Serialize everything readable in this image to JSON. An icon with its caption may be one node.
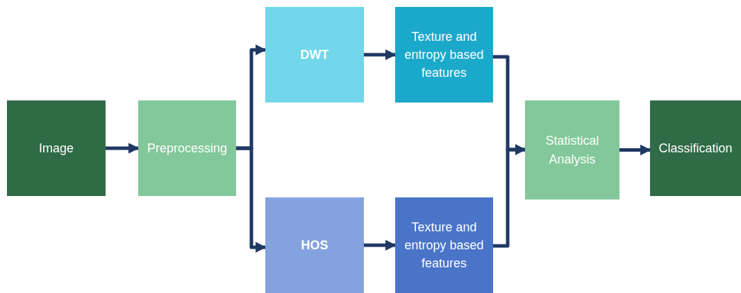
{
  "diagram": {
    "nodes": [
      {
        "text": [
          "Image"
        ]
      },
      {
        "text": [
          "Preprocessing"
        ]
      },
      {
        "text": [
          "DWT"
        ]
      },
      {
        "text": [
          "Texture and entropy based features"
        ]
      },
      {
        "text": [
          "HOS"
        ]
      },
      {
        "text": [
          "Texture and entropy based features"
        ]
      },
      {
        "text": [
          "Statistical Analysis"
        ]
      },
      {
        "text": [
          "Classification"
        ]
      }
    ],
    "edges": [
      {
        "from": 0,
        "to": 1,
        "arrow": "to"
      },
      {
        "from": 1,
        "to": 2,
        "arrow": "to"
      },
      {
        "from": 1,
        "to": 4,
        "arrow": "to"
      },
      {
        "from": 2,
        "to": 3,
        "arrow": "to"
      },
      {
        "from": 4,
        "to": 5,
        "arrow": "to"
      },
      {
        "from": 3,
        "to": 6,
        "arrow": "to"
      },
      {
        "from": 5,
        "to": 6,
        "arrow": "to"
      },
      {
        "from": 6,
        "to": 7,
        "arrow": "to"
      }
    ]
  }
}
